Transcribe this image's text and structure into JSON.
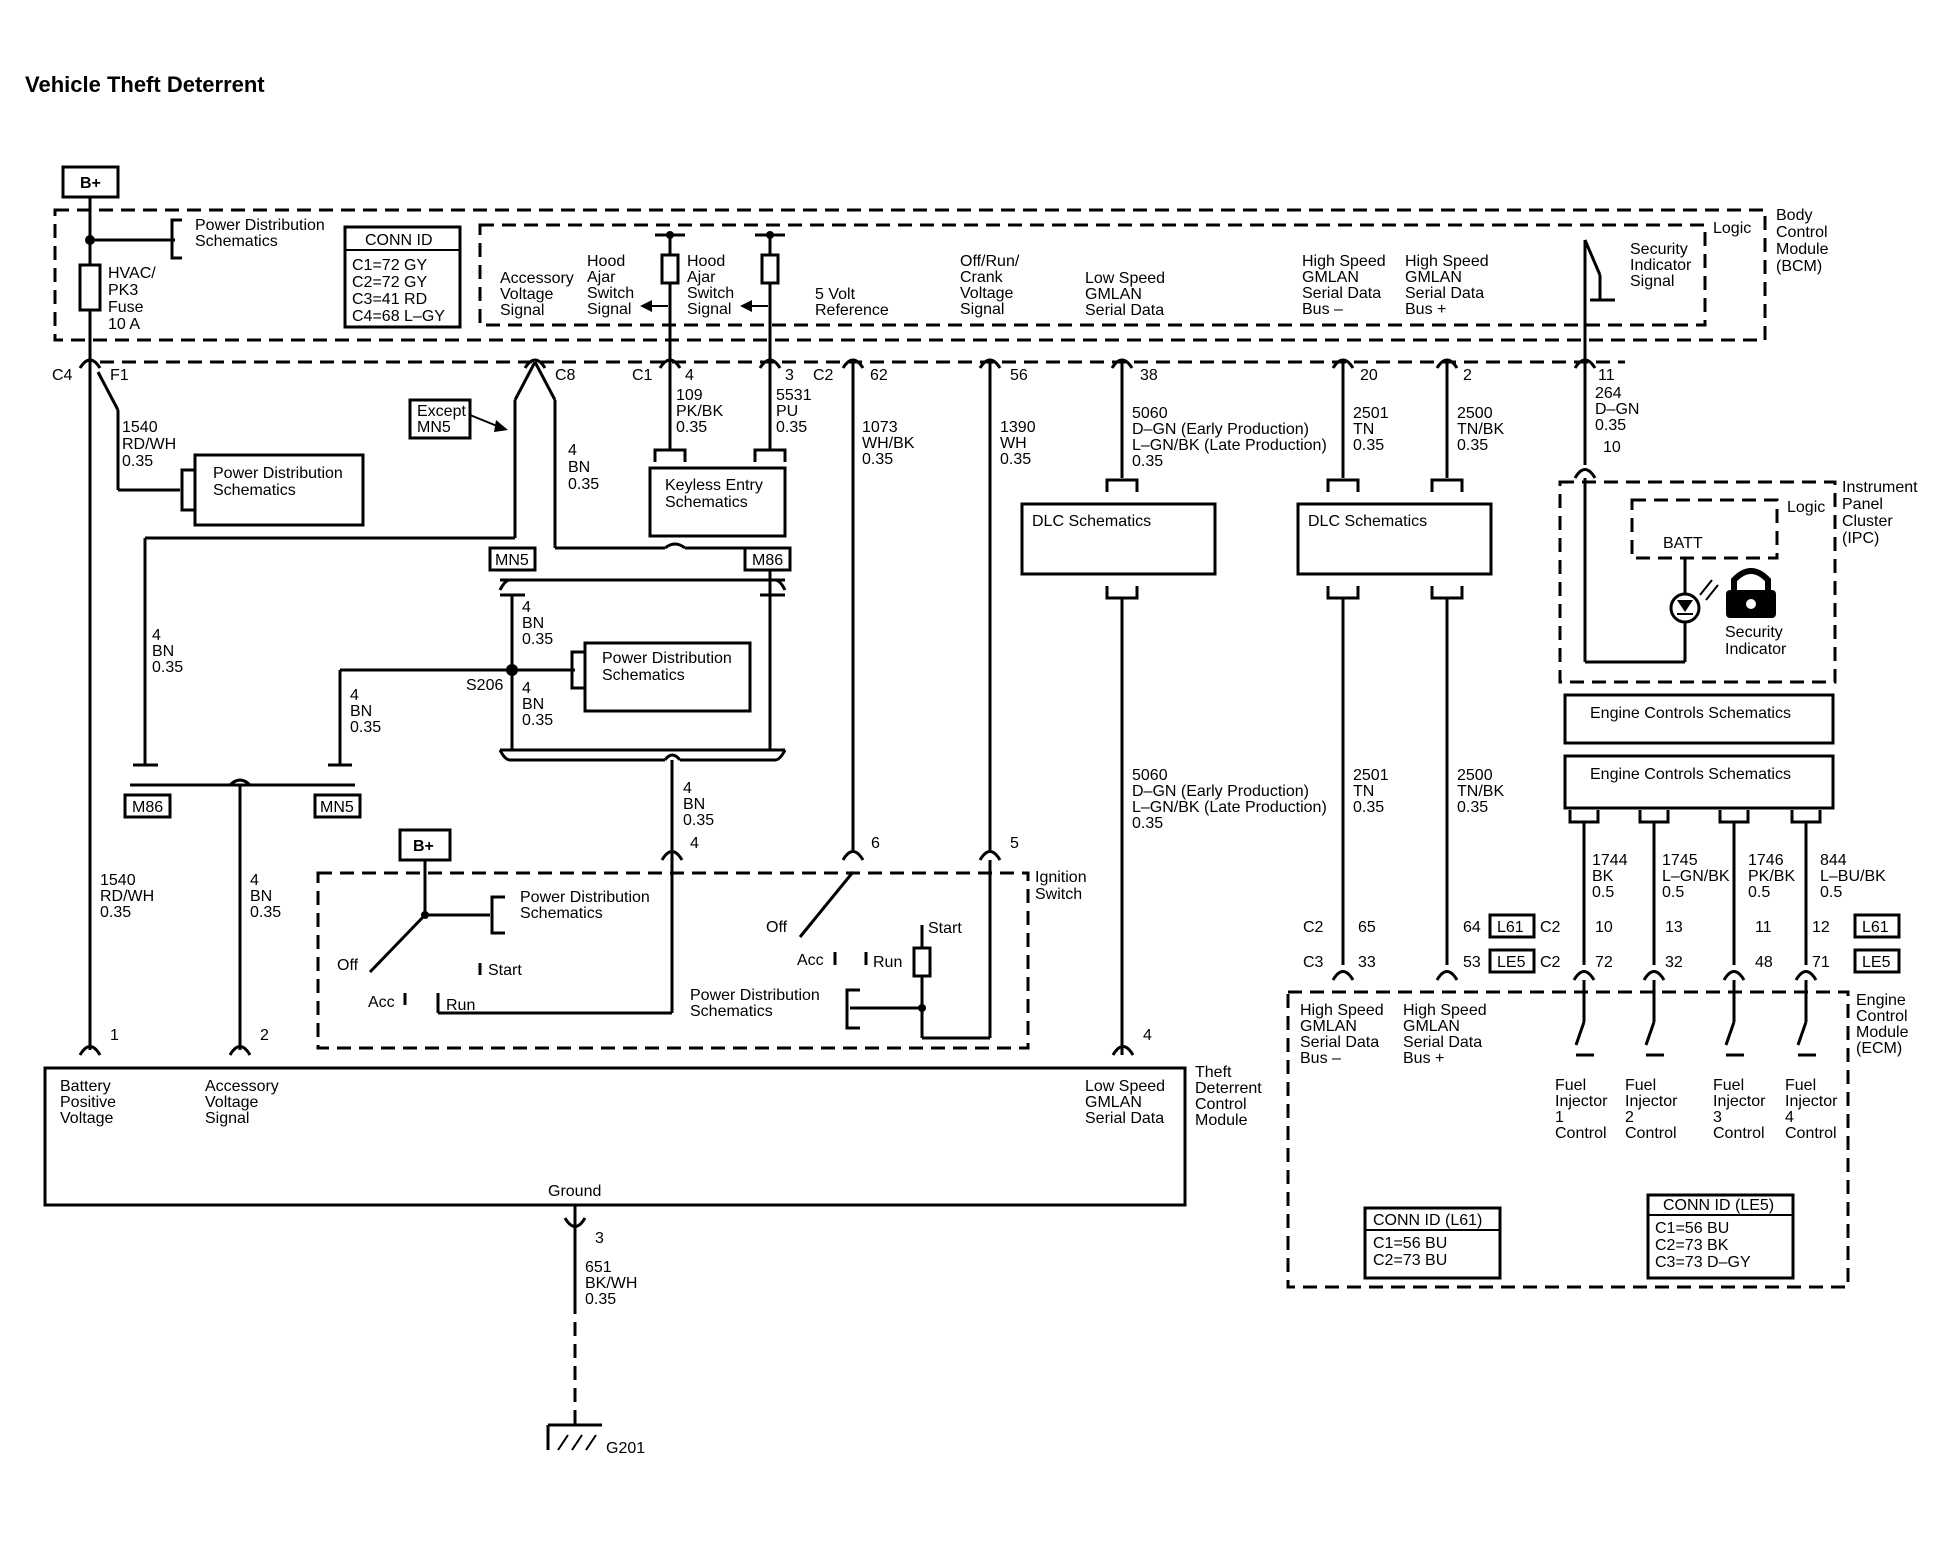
{
  "title": "Vehicle Theft Deterrent",
  "bplus": "B+",
  "bcm": {
    "name": [
      "Body",
      "Control",
      "Module",
      "(BCM)"
    ],
    "logic": "Logic",
    "conn_id_title": "CONN ID",
    "conn_id": [
      "C1=72 GY",
      "C2=72 GY",
      "C3=41 RD",
      "C4=68 L–GY"
    ],
    "power_dist": [
      "Power Distribution",
      "Schematics"
    ],
    "fuse": [
      "HVAC/",
      "PK3",
      "Fuse",
      "10 A"
    ],
    "sig_accessory": [
      "Accessory",
      "Voltage",
      "Signal"
    ],
    "sig_hood1": [
      "Hood",
      "Ajar",
      "Switch",
      "Signal"
    ],
    "sig_hood2": [
      "Hood",
      "Ajar",
      "Switch",
      "Signal"
    ],
    "sig_5v": [
      "5 Volt",
      "Reference"
    ],
    "sig_crank": [
      "Off/Run/",
      "Crank",
      "Voltage",
      "Signal"
    ],
    "sig_lsgmlan": [
      "Low Speed",
      "GMLAN",
      "Serial Data"
    ],
    "sig_hs_minus": [
      "High Speed",
      "GMLAN",
      "Serial Data",
      "Bus –"
    ],
    "sig_hs_plus": [
      "High Speed",
      "GMLAN",
      "Serial Data",
      "Bus +"
    ],
    "sig_security": [
      "Security",
      "Indicator",
      "Signal"
    ]
  },
  "pins": {
    "c4": "C4",
    "f1": "F1",
    "c8": "C8",
    "c1": "C1",
    "p4": "4",
    "p3": "3",
    "c2": "C2",
    "p62": "62",
    "p56": "56",
    "p38": "38",
    "p20": "20",
    "p2": "2",
    "p11": "11",
    "p10": "10"
  },
  "wires": {
    "w1540": [
      "1540",
      "RD/WH",
      "0.35"
    ],
    "w109": [
      "109",
      "PK/BK",
      "0.35"
    ],
    "w5531": [
      "5531",
      "PU",
      "0.35"
    ],
    "w1073": [
      "1073",
      "WH/BK",
      "0.35"
    ],
    "w1390": [
      "1390",
      "WH",
      "0.35"
    ],
    "w5060": [
      "5060",
      "D–GN (Early Production)",
      "L–GN/BK (Late Production)",
      "0.35"
    ],
    "w2501": [
      "2501",
      "TN",
      "0.35"
    ],
    "w2500": [
      "2500",
      "TN/BK",
      "0.35"
    ],
    "w264": [
      "264",
      "D–GN",
      "0.35"
    ],
    "w4bn": [
      "4",
      "BN",
      "0.35"
    ],
    "w651": [
      "651",
      "BK/WH",
      "0.35"
    ],
    "w1744": [
      "1744",
      "BK",
      "0.5"
    ],
    "w1745": [
      "1745",
      "L–GN/BK",
      "0.5"
    ],
    "w1746": [
      "1746",
      "PK/BK",
      "0.5"
    ],
    "w844": [
      "844",
      "L–BU/BK",
      "0.5"
    ]
  },
  "labels": {
    "except_mn5": [
      "Except",
      "MN5"
    ],
    "mn5": "MN5",
    "m86": "M86",
    "s206": "S206",
    "keyless": [
      "Keyless Entry",
      "Schematics"
    ],
    "power_dist": [
      "Power Distribution",
      "Schematics"
    ],
    "dlc": "DLC Schematics",
    "engine_controls": "Engine Controls Schematics",
    "l61": "L61",
    "le5": "LE5",
    "g201": "G201",
    "ground": "Ground"
  },
  "ipc": {
    "name": [
      "Instrument",
      "Panel",
      "Cluster",
      "(IPC)"
    ],
    "logic": "Logic",
    "batt": "BATT",
    "security": [
      "Security",
      "Indicator"
    ]
  },
  "ignition": {
    "name": [
      "Ignition",
      "Switch"
    ],
    "off": "Off",
    "acc": "Acc",
    "run": "Run",
    "start": "Start",
    "pin4": "4",
    "pin6": "6",
    "pin5": "5"
  },
  "tdcm": {
    "name": [
      "Theft",
      "Deterrent",
      "Control",
      "Module"
    ],
    "battery": [
      "Battery",
      "Positive",
      "Voltage"
    ],
    "accessory": [
      "Accessory",
      "Voltage",
      "Signal"
    ],
    "lsgmlan": [
      "Low Speed",
      "GMLAN",
      "Serial Data"
    ],
    "pin1": "1",
    "pin2": "2",
    "pin3": "3",
    "pin4": "4"
  },
  "ecm": {
    "name": [
      "Engine",
      "Control",
      "Module",
      "(ECM)"
    ],
    "hs_minus": [
      "High Speed",
      "GMLAN",
      "Serial Data",
      "Bus –"
    ],
    "hs_plus": [
      "High Speed",
      "GMLAN",
      "Serial Data",
      "Bus +"
    ],
    "inj1": [
      "Fuel",
      "Injector",
      "1",
      "Control"
    ],
    "inj2": [
      "Fuel",
      "Injector",
      "2",
      "Control"
    ],
    "inj3": [
      "Fuel",
      "Injector",
      "3",
      "Control"
    ],
    "inj4": [
      "Fuel",
      "Injector",
      "4",
      "Control"
    ],
    "conn_l61_title": "CONN ID (L61)",
    "conn_l61": [
      "C1=56 BU",
      "C2=73 BU"
    ],
    "conn_le5_title": "CONN ID (LE5)",
    "conn_le5": [
      "C1=56 BU",
      "C2=73 BK",
      "C3=73 D–GY"
    ],
    "row_c2_top": [
      "C2",
      "65",
      "64",
      "C2",
      "10",
      "13",
      "11",
      "12"
    ],
    "row_c3_bot": [
      "C3",
      "33",
      "53",
      "C2",
      "72",
      "32",
      "48",
      "71"
    ]
  }
}
